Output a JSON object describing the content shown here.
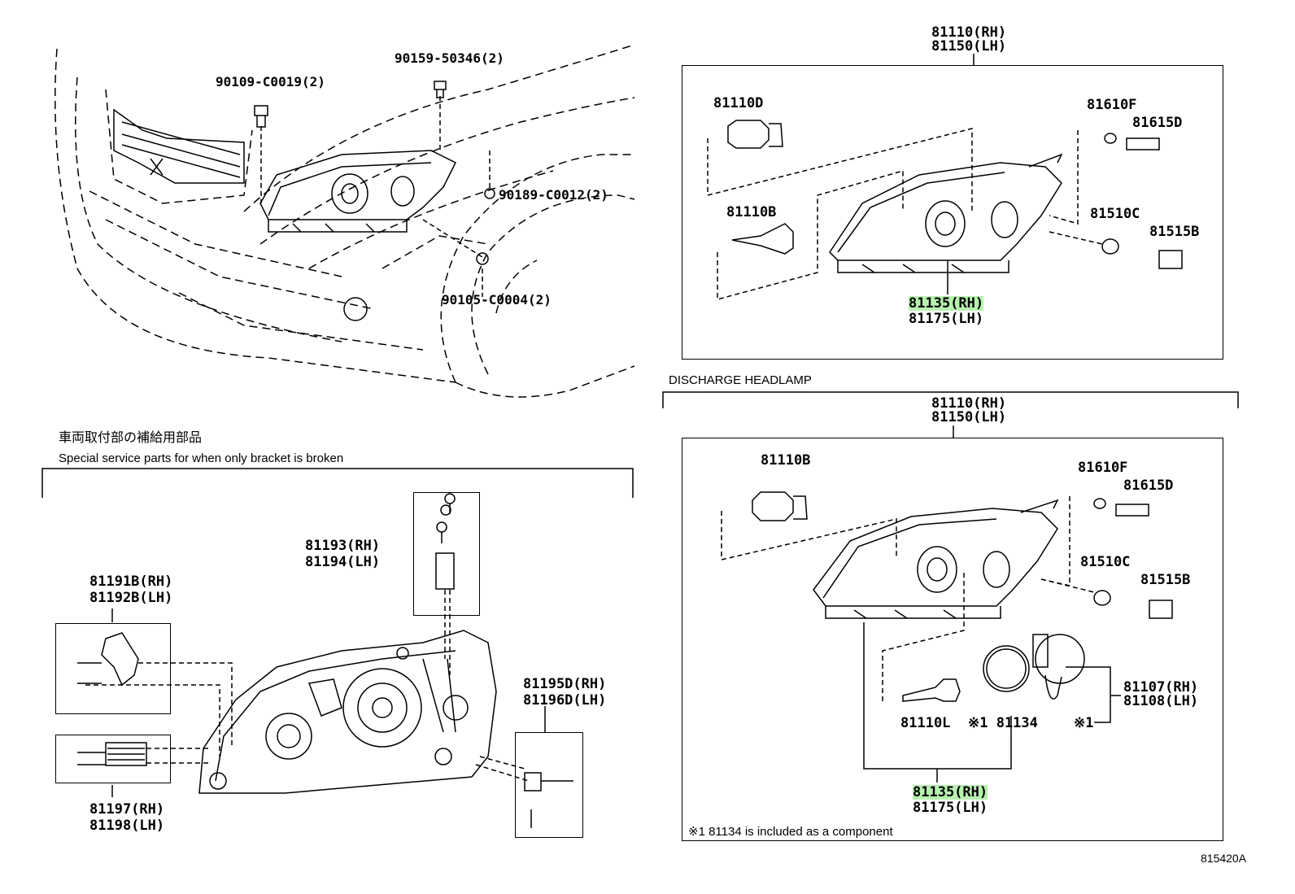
{
  "overview": {
    "bolt_top_left": "90109-C0019(2)",
    "bolt_top_right": "90159-50346(2)",
    "nut_side": "90189-C0012(2)",
    "screw_bottom": "90105-C0004(2)"
  },
  "top_assembly": {
    "rh": "81110(RH)",
    "lh": "81150(LH)",
    "parts": {
      "bulb_high": "81110D",
      "bulb_low": "81110B",
      "socket": "81610F",
      "bulb_small": "81615D",
      "side_socket": "81510C",
      "side_bulb": "81515B",
      "unit_rh": "81135(RH)",
      "unit_lh": "81175(LH)"
    }
  },
  "discharge": {
    "section_title": "DISCHARGE HEADLAMP",
    "rh": "81110(RH)",
    "lh": "81150(LH)",
    "parts": {
      "bulb_high": "81110B",
      "socket": "81610F",
      "bulb_small": "81615D",
      "side_socket": "81510C",
      "side_bulb": "81515B",
      "discharge_bulb": "81110L",
      "oring": "※1 81134",
      "cover_rh": "81107(RH)",
      "cover_lh": "81108(LH)",
      "cover_note_mark": "※1",
      "unit_rh": "81135(RH)",
      "unit_lh": "81175(LH)"
    },
    "footnote": "※1 81134 is included as a component"
  },
  "service": {
    "title_jp": "車両取付部の補給用部品",
    "title_en": "Special service parts for when only bracket is broken",
    "bracket_a_rh": "81191B(RH)",
    "bracket_a_lh": "81192B(LH)",
    "bracket_b_rh": "81193(RH)",
    "bracket_b_lh": "81194(LH)",
    "bracket_c_rh": "81195D(RH)",
    "bracket_c_lh": "81196D(LH)",
    "bracket_d_rh": "81197(RH)",
    "bracket_d_lh": "81198(LH)"
  },
  "figure_code": "815420A"
}
